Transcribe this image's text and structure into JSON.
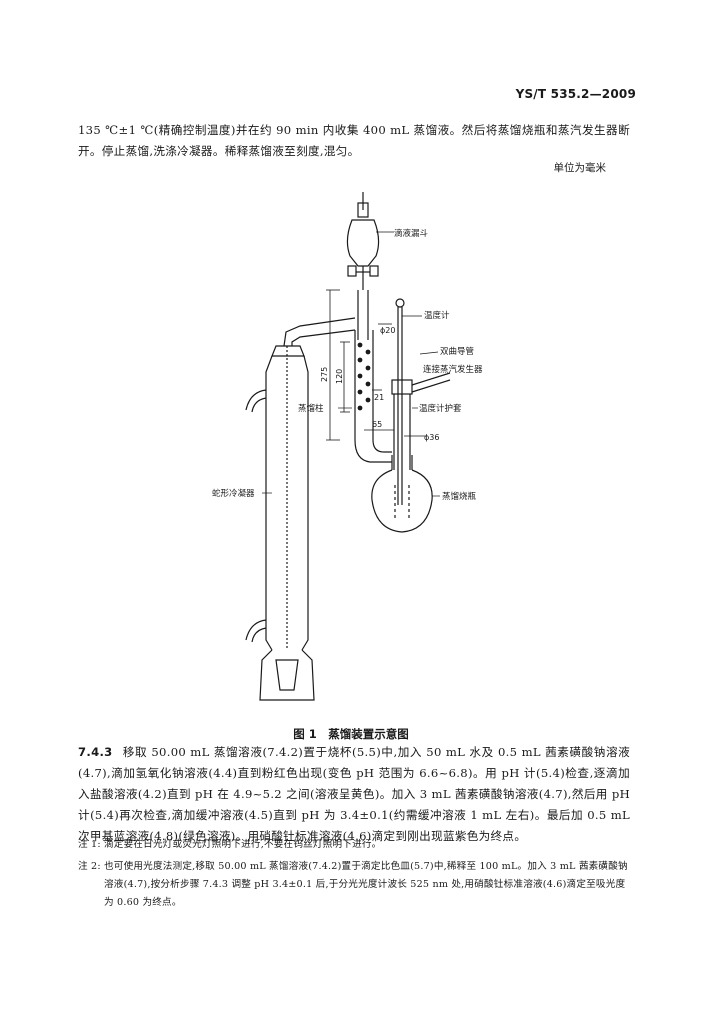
{
  "header": {
    "standard_code": "YS/T 535.2—2009"
  },
  "intro_paragraph": "135 ℃±1 ℃(精确控制温度)并在约 90 min 内收集 400 mL 蒸馏液。然后将蒸馏烧瓶和蒸汽发生器断开。停止蒸馏,洗涤冷凝器。稀释蒸馏液至刻度,混匀。",
  "unit_note": "单位为毫米",
  "figure": {
    "caption": "图 1　蒸馏装置示意图",
    "labels": {
      "dropping_funnel": "滴液漏斗",
      "thermometer": "温度计",
      "double_bend_tube": "双曲导管",
      "steam_connect": "连接蒸汽发生器",
      "distill_column": "蒸馏柱",
      "thermo_sleeve": "温度计护套",
      "distill_flask": "蒸馏烧瓶",
      "coil_condenser": "蛇形冷凝器"
    },
    "dimensions": {
      "d20": "ϕ20",
      "d36": "ϕ36",
      "h275": "275",
      "h120": "120",
      "h21": "21",
      "h65": "65"
    }
  },
  "section": {
    "number": "7.4.3",
    "text": "移取 50.00 mL 蒸馏溶液(7.4.2)置于烧杯(5.5)中,加入 50 mL 水及 0.5 mL 茜素磺酸钠溶液(4.7),滴加氢氧化钠溶液(4.4)直到粉红色出现(变色 pH 范围为 6.6~6.8)。用 pH 计(5.4)检查,逐滴加入盐酸溶液(4.2)直到 pH 在 4.9~5.2 之间(溶液呈黄色)。加入 3 mL 茜素磺酸钠溶液(4.7),然后用 pH 计(5.4)再次检查,滴加缓冲溶液(4.5)直到 pH 为 3.4±0.1(约需缓冲溶液 1 mL 左右)。最后加 0.5 mL 次甲基蓝溶液(4.8)(绿色溶液)。用硝酸钍标准溶液(4.6)滴定到刚出现蓝紫色为终点。"
  },
  "notes": [
    {
      "label": "注 1:",
      "text": "滴定要在日光灯或荧光灯照明下进行,不要在钨丝灯照明下进行。"
    },
    {
      "label": "注 2:",
      "text": "也可使用光度法测定,移取 50.00 mL 蒸馏溶液(7.4.2)置于滴定比色皿(5.7)中,稀释至 100 mL。加入 3 mL 茜素磺酸钠溶液(4.7),按分析步骤 7.4.3 调整 pH 3.4±0.1 后,于分光光度计波长 525 nm 处,用硝酸钍标准溶液(4.6)滴定至吸光度为 0.60 为终点。"
    }
  ]
}
